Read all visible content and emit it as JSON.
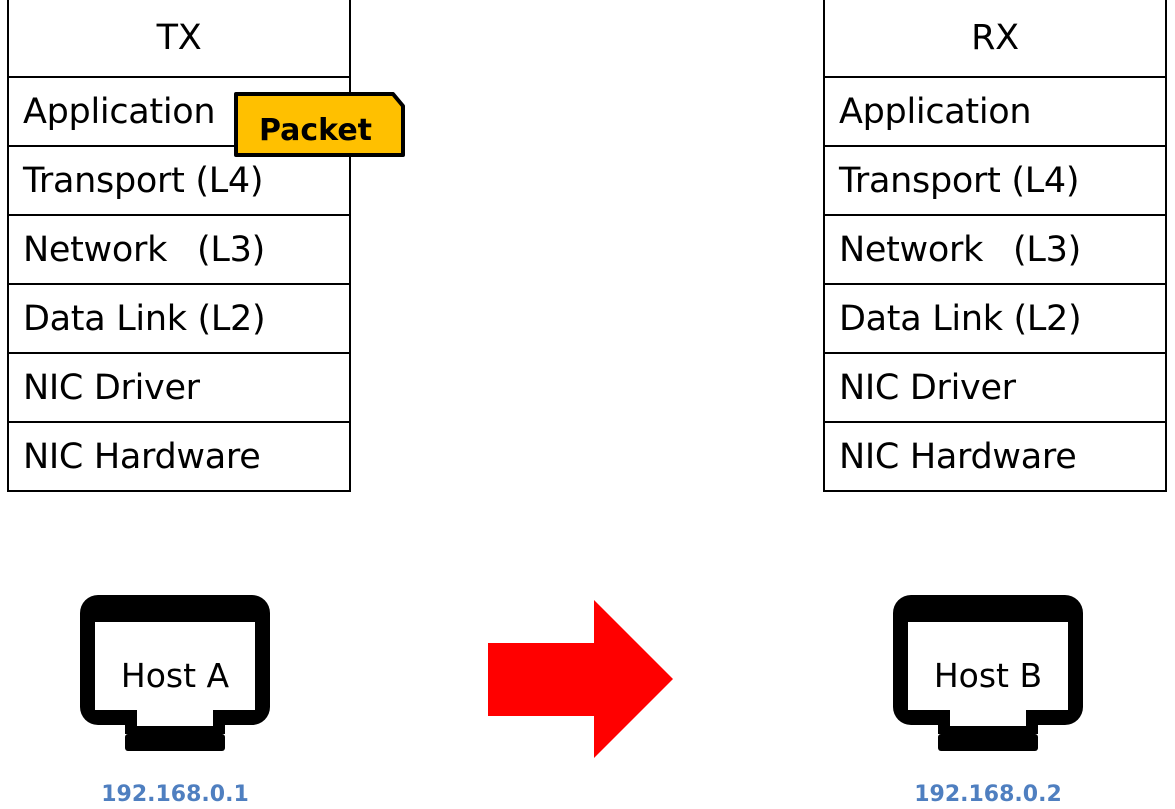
{
  "tx_stack": {
    "title": "TX",
    "layers": [
      {
        "name": "Application",
        "layer": ""
      },
      {
        "name": "Transport (L4)",
        "layer": ""
      },
      {
        "name": "Network",
        "layer": "(L3)"
      },
      {
        "name": "Data Link (L2)",
        "layer": ""
      },
      {
        "name": "NIC Driver",
        "layer": ""
      },
      {
        "name": "NIC Hardware",
        "layer": ""
      }
    ]
  },
  "rx_stack": {
    "title": "RX",
    "layers": [
      {
        "name": "Application",
        "layer": ""
      },
      {
        "name": "Transport (L4)",
        "layer": ""
      },
      {
        "name": "Network",
        "layer": "(L3)"
      },
      {
        "name": "Data Link (L2)",
        "layer": ""
      },
      {
        "name": "NIC Driver",
        "layer": ""
      },
      {
        "name": "NIC Hardware",
        "layer": ""
      }
    ]
  },
  "packet": {
    "label": "Packet",
    "color": "#ffc000"
  },
  "hosts": {
    "a": {
      "label": "Host A",
      "ip": "192.168.0.1",
      "icon": "monitor-icon"
    },
    "b": {
      "label": "Host B",
      "ip": "192.168.0.2",
      "icon": "monitor-icon"
    }
  },
  "arrow": {
    "icon": "right-arrow-icon",
    "color": "#ff0000"
  },
  "colors": {
    "ip_text": "#4f7fc0"
  }
}
